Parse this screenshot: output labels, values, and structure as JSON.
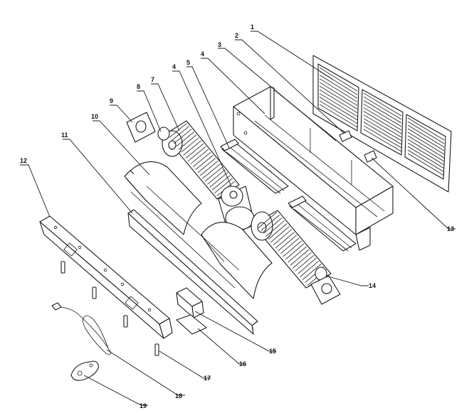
{
  "diagram": {
    "callouts": [
      "1",
      "2",
      "3",
      "4",
      "4",
      "5",
      "7",
      "8",
      "9",
      "10",
      "11",
      "12",
      "13",
      "14",
      "15",
      "16",
      "17",
      "18",
      "19"
    ]
  },
  "colors": {
    "line": "#1a1a1a",
    "background": "#ffffff"
  }
}
